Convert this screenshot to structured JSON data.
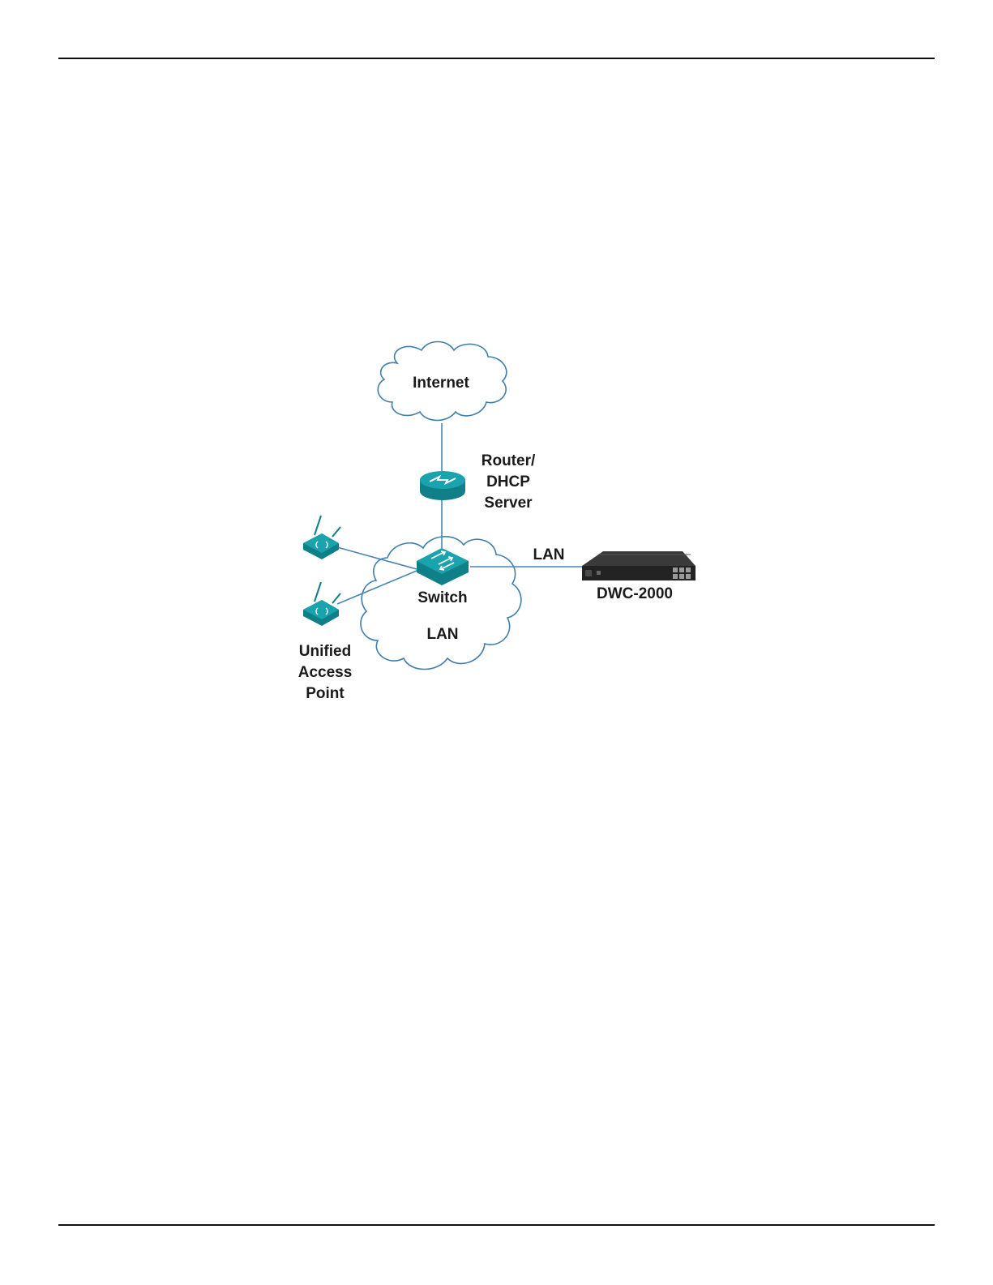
{
  "diagram": {
    "labels": {
      "internet": "Internet",
      "router_line1": "Router/",
      "router_line2": "DHCP",
      "router_line3": "Server",
      "switch": "Switch",
      "lan_cloud": "LAN",
      "lan_link": "LAN",
      "controller": "DWC-2000",
      "ap_line1": "Unified",
      "ap_line2": "Access",
      "ap_line3": "Point"
    },
    "colors": {
      "link": "#4a86b4",
      "cloud_stroke": "#3f7fae",
      "device_teal": "#1aa3ad",
      "device_teal_dark": "#0f7f88",
      "controller_body": "#232323"
    },
    "icons": {
      "router": "router-icon",
      "switch": "switch-icon",
      "access_point": "wireless-access-point-icon",
      "controller": "wireless-controller-device-icon"
    }
  }
}
